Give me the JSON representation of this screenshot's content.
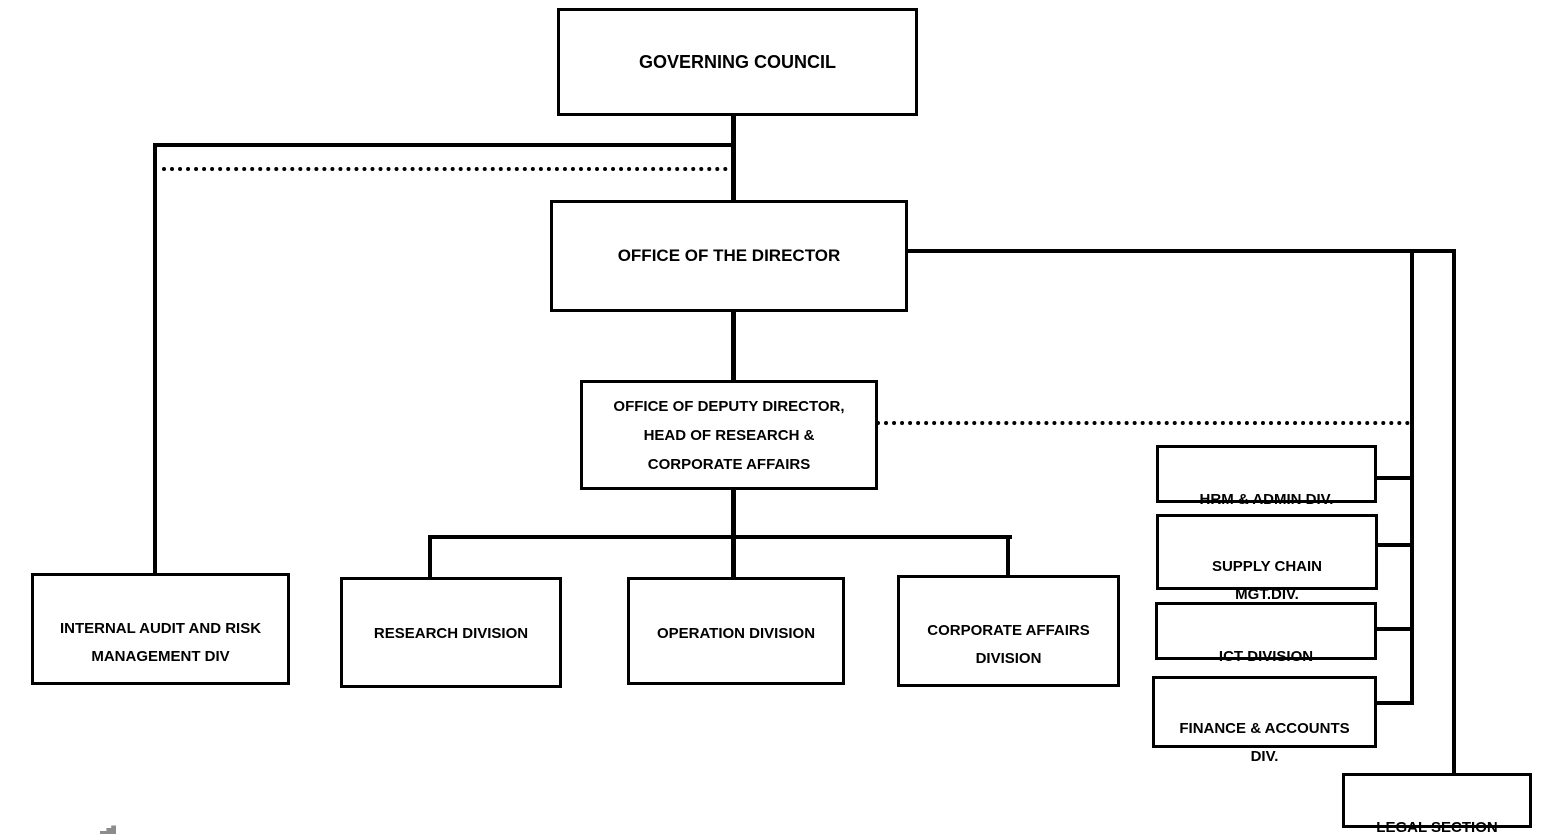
{
  "diagram": {
    "type": "org-chart",
    "colors": {
      "background": "#ffffff",
      "box_fill": "#ffffff",
      "box_border": "#000000",
      "line": "#000000",
      "text": "#000000",
      "stray_mark": "#8c8c8c"
    },
    "nodes": {
      "governing_council": {
        "label": "GOVERNING COUNCIL"
      },
      "office_of_director": {
        "label": "OFFICE OF THE DIRECTOR"
      },
      "deputy_director": {
        "label": "OFFICE OF DEPUTY DIRECTOR,\nHEAD OF RESEARCH &\nCORPORATE AFFAIRS"
      },
      "internal_audit": {
        "label": "INTERNAL AUDIT AND RISK\nMANAGEMENT DIV"
      },
      "research_division": {
        "label": "RESEARCH DIVISION"
      },
      "operation_division": {
        "label": "OPERATION DIVISION"
      },
      "corporate_affairs_division": {
        "label": "CORPORATE AFFAIRS\nDIVISION"
      },
      "hrm_admin_division": {
        "label": "HRM & ADMIN DIV."
      },
      "supply_chain_division": {
        "label": "SUPPLY CHAIN\nMGT.DIV."
      },
      "ict_division": {
        "label": "ICT DIVISION"
      },
      "finance_accounts_division": {
        "label": "FINANCE & ACCOUNTS\nDIV."
      },
      "legal_section": {
        "label": "LEGAL SECTION"
      }
    },
    "edges": [
      {
        "from": "governing_council",
        "to": "office_of_director",
        "style": "solid"
      },
      {
        "from": "governing_council",
        "to": "internal_audit",
        "style": "solid"
      },
      {
        "from": "internal_audit",
        "to": "office_of_director",
        "style": "dotted"
      },
      {
        "from": "office_of_director",
        "to": "deputy_director",
        "style": "solid"
      },
      {
        "from": "deputy_director",
        "to": "research_division",
        "style": "solid"
      },
      {
        "from": "deputy_director",
        "to": "operation_division",
        "style": "solid"
      },
      {
        "from": "deputy_director",
        "to": "corporate_affairs_division",
        "style": "solid"
      },
      {
        "from": "office_of_director",
        "to": "hrm_admin_division",
        "style": "solid"
      },
      {
        "from": "office_of_director",
        "to": "supply_chain_division",
        "style": "solid"
      },
      {
        "from": "office_of_director",
        "to": "ict_division",
        "style": "solid"
      },
      {
        "from": "office_of_director",
        "to": "finance_accounts_division",
        "style": "solid"
      },
      {
        "from": "office_of_director",
        "to": "legal_section",
        "style": "solid"
      },
      {
        "from": "deputy_director",
        "to": "right_side_divisions_line",
        "style": "dotted"
      }
    ]
  }
}
